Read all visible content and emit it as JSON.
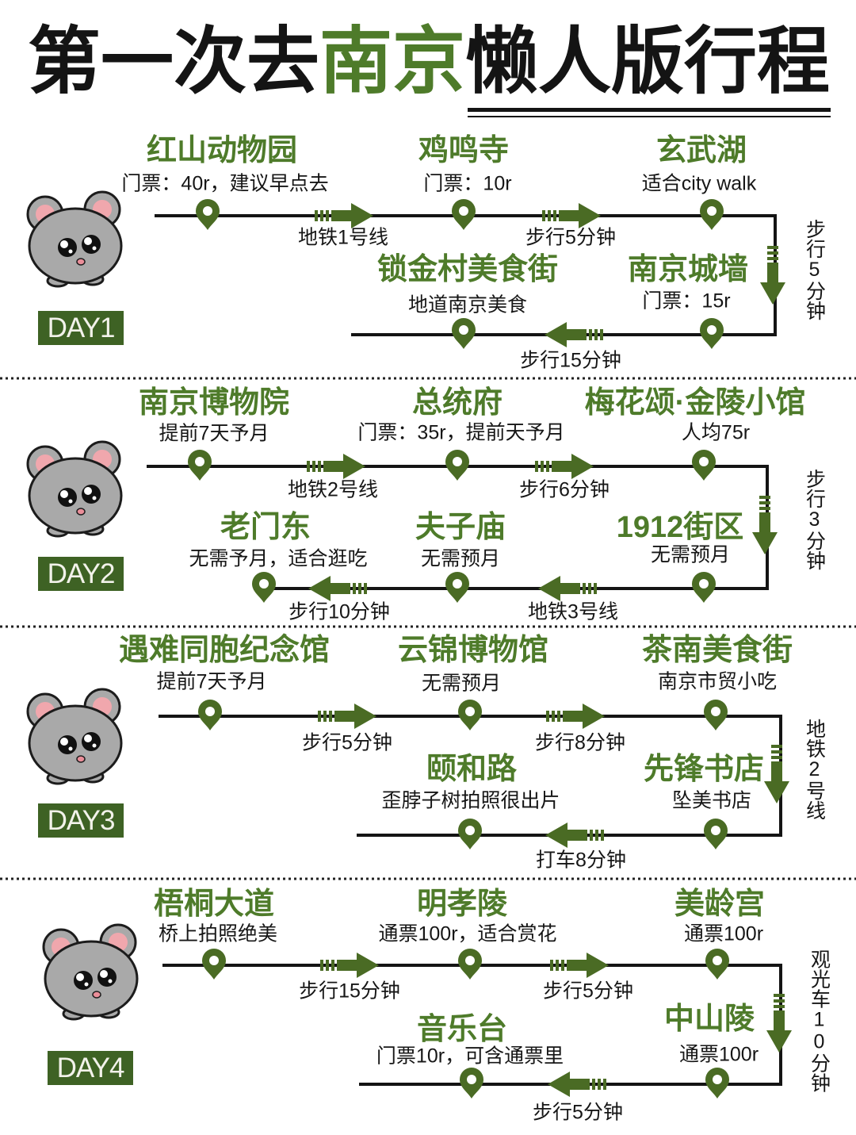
{
  "title": {
    "lead": "第一次去",
    "city": "南京",
    "tail": "懒人版行程"
  },
  "colors": {
    "accent_green": "#4e7b2a",
    "pin_green": "#4a6b24",
    "day_badge_bg": "#3e6224",
    "route_line": "#141414"
  },
  "days": [
    {
      "label": "DAY1",
      "top_stops": [
        {
          "name": "红山动物园",
          "note": "门票：40r，建议早点去"
        },
        {
          "name": "鸡鸣寺",
          "note": "门票：10r"
        },
        {
          "name": "玄武湖",
          "note": "适合city walk"
        }
      ],
      "top_transfers": [
        "地铁1号线",
        "步行5分钟"
      ],
      "turn_transfer": "步行5分钟",
      "bottom_stops": [
        {
          "name": "南京城墙",
          "note": "门票：15r"
        },
        {
          "name": "锁金村美食街",
          "note": "地道南京美食"
        }
      ],
      "bottom_transfers": [
        "步行15分钟"
      ]
    },
    {
      "label": "DAY2",
      "top_stops": [
        {
          "name": "南京博物院",
          "note": "提前7天予月"
        },
        {
          "name": "总统府",
          "note": "门票：35r，提前天予月"
        },
        {
          "name": "梅花颂·金陵小馆",
          "note": "人均75r"
        }
      ],
      "top_transfers": [
        "地铁2号线",
        "步行6分钟"
      ],
      "turn_transfer": "步行3分钟",
      "bottom_stops": [
        {
          "name": "1912街区",
          "note": "无需预月"
        },
        {
          "name": "夫子庙",
          "note": "无需预月"
        },
        {
          "name": "老门东",
          "note": "无需予月，适合逛吃"
        }
      ],
      "bottom_transfers": [
        "地铁3号线",
        "步行10分钟"
      ]
    },
    {
      "label": "DAY3",
      "top_stops": [
        {
          "name": "遇难同胞纪念馆",
          "note": "提前7天予月"
        },
        {
          "name": "云锦博物馆",
          "note": "无需预月"
        },
        {
          "name": "茶南美食街",
          "note": "南京市贸小吃"
        }
      ],
      "top_transfers": [
        "步行5分钟",
        "步行8分钟"
      ],
      "turn_transfer": "地铁2号线",
      "bottom_stops": [
        {
          "name": "先锋书店",
          "note": "坠美书店"
        },
        {
          "name": "颐和路",
          "note": "歪脖子树拍照很出片"
        }
      ],
      "bottom_transfers": [
        "打车8分钟"
      ]
    },
    {
      "label": "DAY4",
      "top_stops": [
        {
          "name": "梧桐大道",
          "note": "桥上拍照绝美"
        },
        {
          "name": "明孝陵",
          "note": "通票100r，适合赏花"
        },
        {
          "name": "美龄宫",
          "note": "通票100r"
        }
      ],
      "top_transfers": [
        "步行15分钟",
        "步行5分钟"
      ],
      "turn_transfer": "观光车10分钟",
      "bottom_stops": [
        {
          "name": "中山陵",
          "note": "通票100r"
        },
        {
          "name": "音乐台",
          "note": "门票10r，可含通票里"
        }
      ],
      "bottom_transfers": [
        "步行5分钟"
      ]
    }
  ]
}
